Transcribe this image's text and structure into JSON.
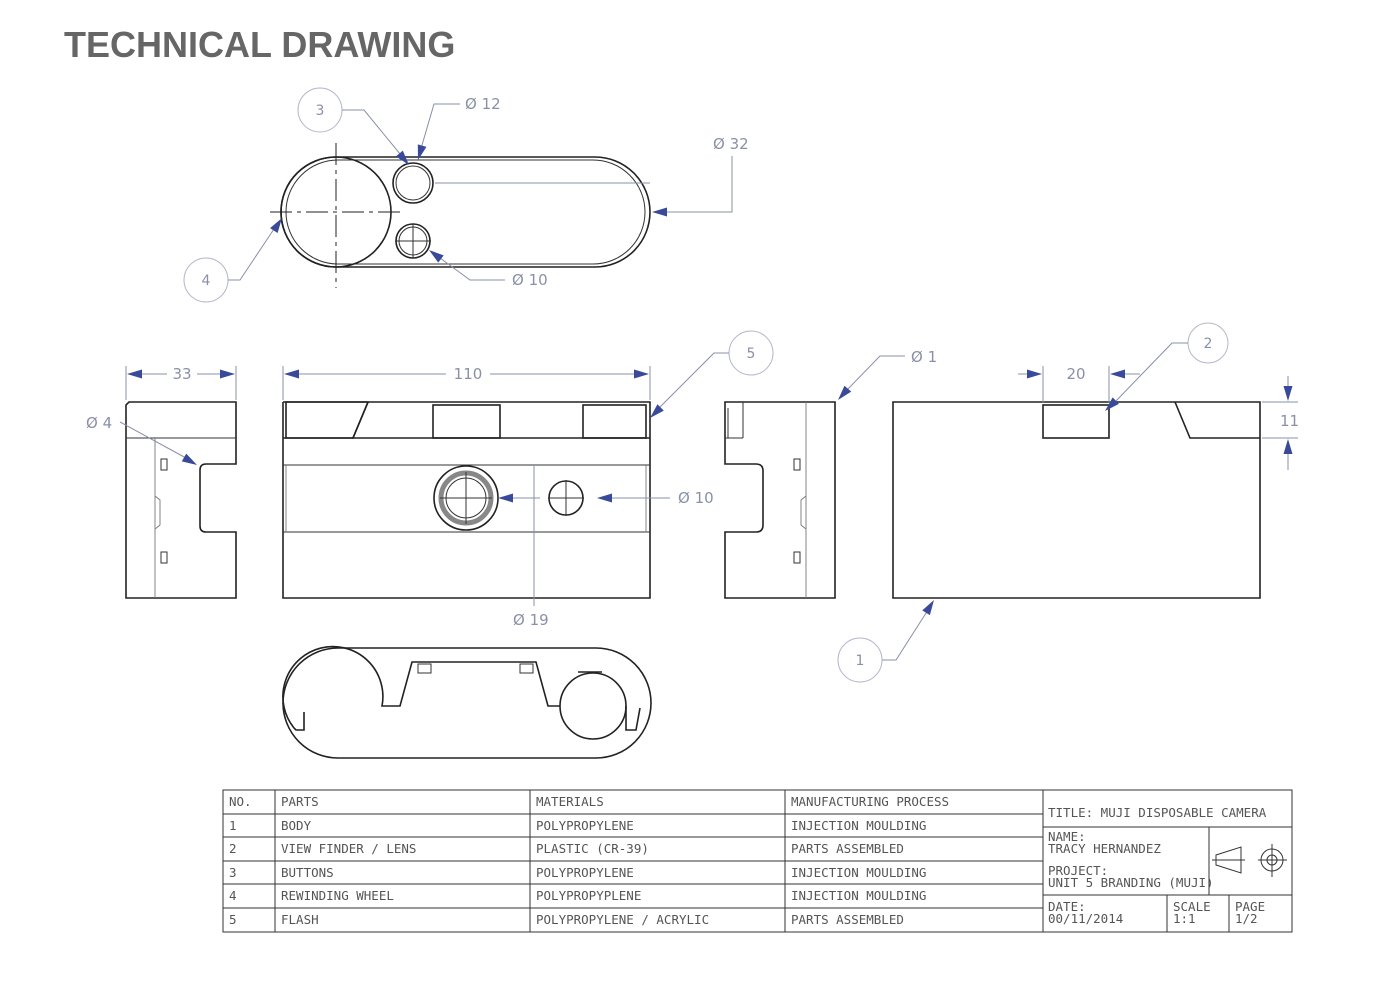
{
  "page": {
    "title": "TECHNICAL DRAWING"
  },
  "dimensions": {
    "top_cap": "Ø 12",
    "top_body": "Ø 32",
    "top_small": "Ø 10",
    "side_width": "33",
    "front_width": "110",
    "side_hole": "Ø 4",
    "front_button": "Ø 10",
    "front_lens": "Ø 19",
    "right_edge": "Ø 1",
    "rear_width": "20",
    "rear_height": "11"
  },
  "callouts": [
    "1",
    "2",
    "3",
    "4",
    "5"
  ],
  "bom": {
    "headers": {
      "no": "NO.",
      "parts": "PARTS",
      "materials": "MATERIALS",
      "process": "MANUFACTURING PROCESS"
    },
    "rows": [
      {
        "no": "1",
        "part": "BODY",
        "material": "POLYPROPYLENE",
        "process": "INJECTION MOULDING"
      },
      {
        "no": "2",
        "part": "VIEW FINDER / LENS",
        "material": "PLASTIC (CR-39)",
        "process": "PARTS ASSEMBLED"
      },
      {
        "no": "3",
        "part": "BUTTONS",
        "material": "POLYPROPYLENE",
        "process": "INJECTION MOULDING"
      },
      {
        "no": "4",
        "part": "REWINDING WHEEL",
        "material": "POLYPROPYPLENE",
        "process": "INJECTION MOULDING"
      },
      {
        "no": "5",
        "part": "FLASH",
        "material": "POLYPROPYLENE / ACRYLIC",
        "process": "PARTS ASSEMBLED"
      }
    ]
  },
  "title_block": {
    "title": "TITLE: MUJI DISPOSABLE CAMERA",
    "name_label": "NAME:",
    "name_value": "TRACY HERNANDEZ",
    "project_label": "PROJECT:",
    "project_value": "UNIT 5 BRANDING (MUJI)",
    "date_label": "DATE:",
    "date_value": "00/11/2014",
    "scale_label": "SCALE",
    "scale_value": "1:1",
    "page_label": "PAGE",
    "page_value": "1/2"
  },
  "colors": {
    "title": "#666666",
    "dimension": "#8a90a8",
    "arrow": "#3a4a9a",
    "line": "#222222"
  }
}
